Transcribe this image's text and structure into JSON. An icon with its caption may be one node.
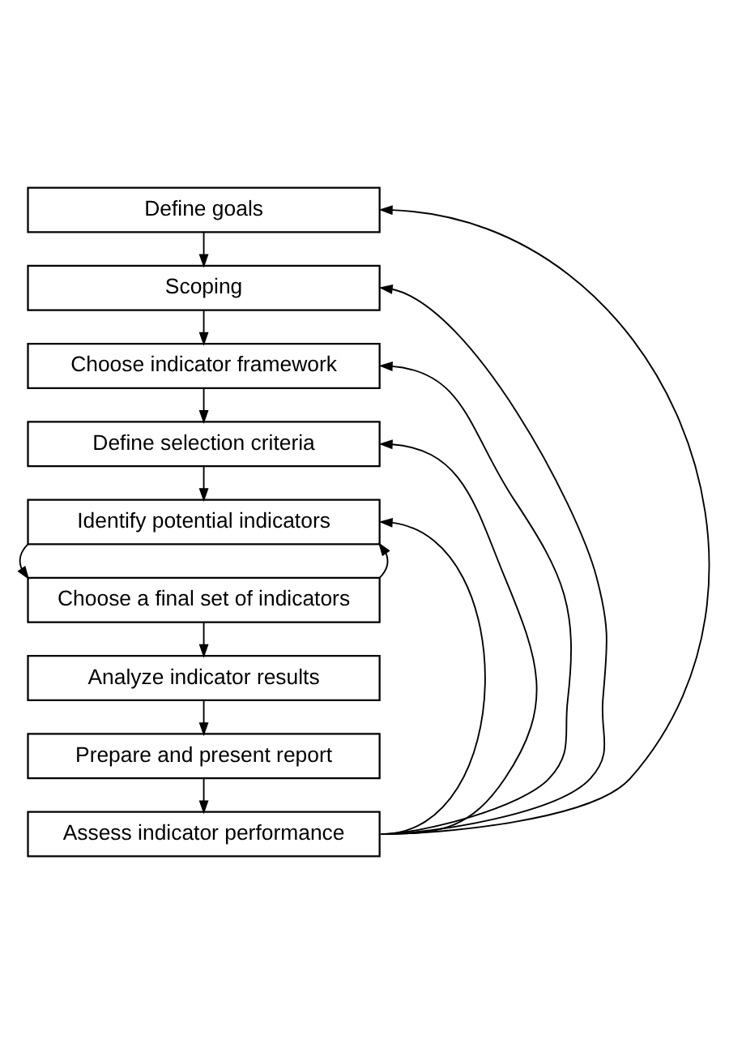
{
  "diagram": {
    "nodes": [
      {
        "text": [
          "Define goals"
        ]
      },
      {
        "text": [
          "Scoping"
        ]
      },
      {
        "text": [
          "Choose indicator framework"
        ]
      },
      {
        "text": [
          "Define selection criteria"
        ]
      },
      {
        "text": [
          "Identify potential indicators"
        ]
      },
      {
        "text": [
          "Choose a final set of indicators"
        ]
      },
      {
        "text": [
          "Analyze indicator results"
        ]
      },
      {
        "text": [
          "Prepare and present report"
        ]
      },
      {
        "text": [
          "Assess indicator performance"
        ]
      }
    ],
    "edges": [
      {
        "from": 0,
        "to": 1,
        "arrow": "to"
      },
      {
        "from": 1,
        "to": 2,
        "arrow": "to"
      },
      {
        "from": 2,
        "to": 3,
        "arrow": "to"
      },
      {
        "from": 3,
        "to": 4,
        "arrow": "to"
      },
      {
        "from": 4,
        "to": 5,
        "arrow": "to"
      },
      {
        "from": 5,
        "to": 4,
        "arrow": "to"
      },
      {
        "from": 5,
        "to": 6,
        "arrow": "to"
      },
      {
        "from": 6,
        "to": 7,
        "arrow": "to"
      },
      {
        "from": 7,
        "to": 8,
        "arrow": "to"
      },
      {
        "from": 8,
        "to": 0,
        "arrow": "to"
      },
      {
        "from": 8,
        "to": 1,
        "arrow": "to"
      },
      {
        "from": 8,
        "to": 2,
        "arrow": "to"
      },
      {
        "from": 8,
        "to": 3,
        "arrow": "to"
      },
      {
        "from": 8,
        "to": 4,
        "arrow": "to"
      }
    ]
  }
}
